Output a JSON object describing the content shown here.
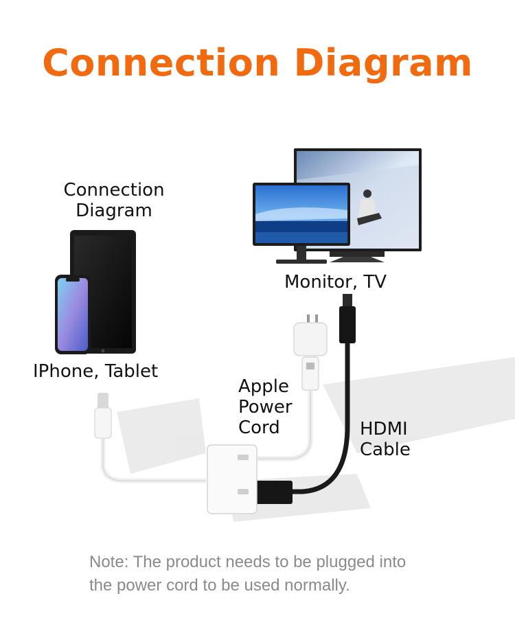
{
  "title": "Connection Diagram",
  "labels": {
    "devices_caption_line1": "Connection",
    "devices_caption_line2": "Diagram",
    "phone_tablet": "IPhone, Tablet",
    "monitor_tv": "Monitor, TV",
    "apple_power_line1": "Apple",
    "apple_power_line2": "Power",
    "apple_power_line3": "Cord",
    "hdmi_line1": "HDMI",
    "hdmi_line2": "Cable"
  },
  "note": {
    "line1": "Note: The product needs to be plugged into",
    "line2": "the power cord to be used normally."
  },
  "colors": {
    "accent": "#f26a10",
    "note": "#8a8a8a",
    "cable_white": "#f2f2f2",
    "cable_black": "#1a1a1a"
  }
}
